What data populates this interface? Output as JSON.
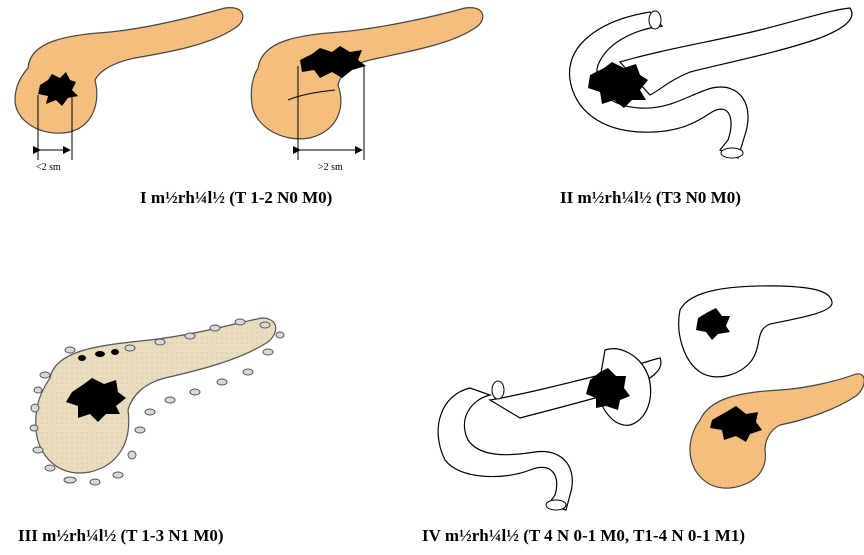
{
  "colors": {
    "pancreas_orange": "#f5c07f",
    "pancreas_beige": "#e9dcbf",
    "tumor": "#000000",
    "outline": "#000000",
    "node": "#d8d8d8"
  },
  "panels": [
    {
      "caption": "I m½rh¼l½ (T 1-2 N0 M0)",
      "measure_label": "<2 sm"
    },
    {
      "caption": "II m½rh¼l½ (T3 N0 M0)"
    },
    {
      "caption": "III m½rh¼l½ (T 1-3 N1 M0)"
    },
    {
      "caption": "IV m½rh¼l½ (T 4 N 0-1 M0, T1-4 N 0-1 M1)"
    }
  ],
  "extra_measure_label": ">2 sm"
}
